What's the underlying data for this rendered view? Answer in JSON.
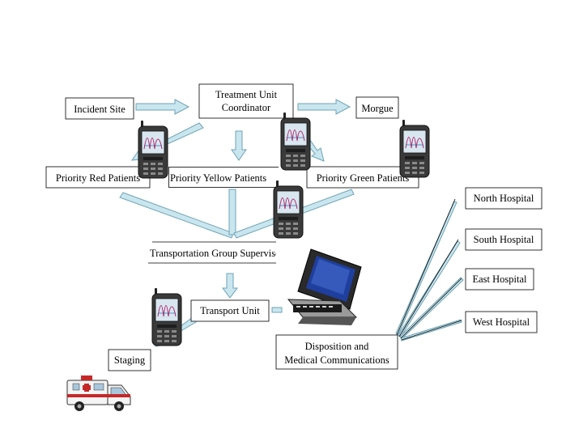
{
  "nodes": {
    "incident_site": "Incident Site",
    "treatment_unit_line1": "Treatment Unit",
    "treatment_unit_line2": "Coordinator",
    "morgue": "Morgue",
    "priority_red": "Priority Red Patients",
    "priority_yellow": "Priority Yellow Patients",
    "priority_green": "Priority Green Patients",
    "transportation_group": "Transportation Group Supervisor",
    "transport_unit": "Transport Unit",
    "staging": "Staging",
    "disposition_line1": "Disposition and",
    "disposition_line2": "Medical Communications",
    "north_hospital": "North Hospital",
    "south_hospital": "South Hospital",
    "east_hospital": "East Hospital",
    "west_hospital": "West Hospital"
  },
  "colors": {
    "arrow_fill": "#c9e6ef",
    "arrow_stroke": "#6fa3b6",
    "device_body": "#3a3a3a",
    "device_screen": "#d8e6f0",
    "laptop_screen": "#1f3f9e"
  },
  "icons": [
    "handheld-device-icon",
    "laptop-icon",
    "ambulance-icon"
  ]
}
